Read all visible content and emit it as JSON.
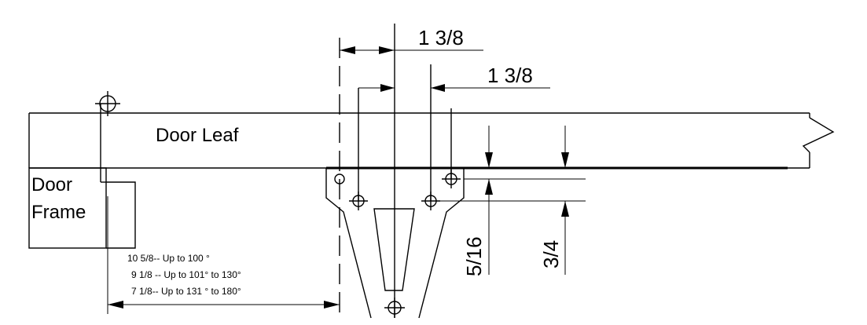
{
  "labels": {
    "door_leaf": "Door  Leaf",
    "door_frame_line1": "Door",
    "door_frame_line2": "Frame"
  },
  "dimensions": {
    "top_offset_1": "1 3/8",
    "top_offset_2": "1 3/8",
    "vertical_1": "5/16",
    "vertical_2": "3/4"
  },
  "notes": [
    "10 5/8-- Up to 100 °",
    "9 1/8 -- Up to 101° to 130°",
    "7 1/8-- Up to 131 ° to 180°"
  ]
}
